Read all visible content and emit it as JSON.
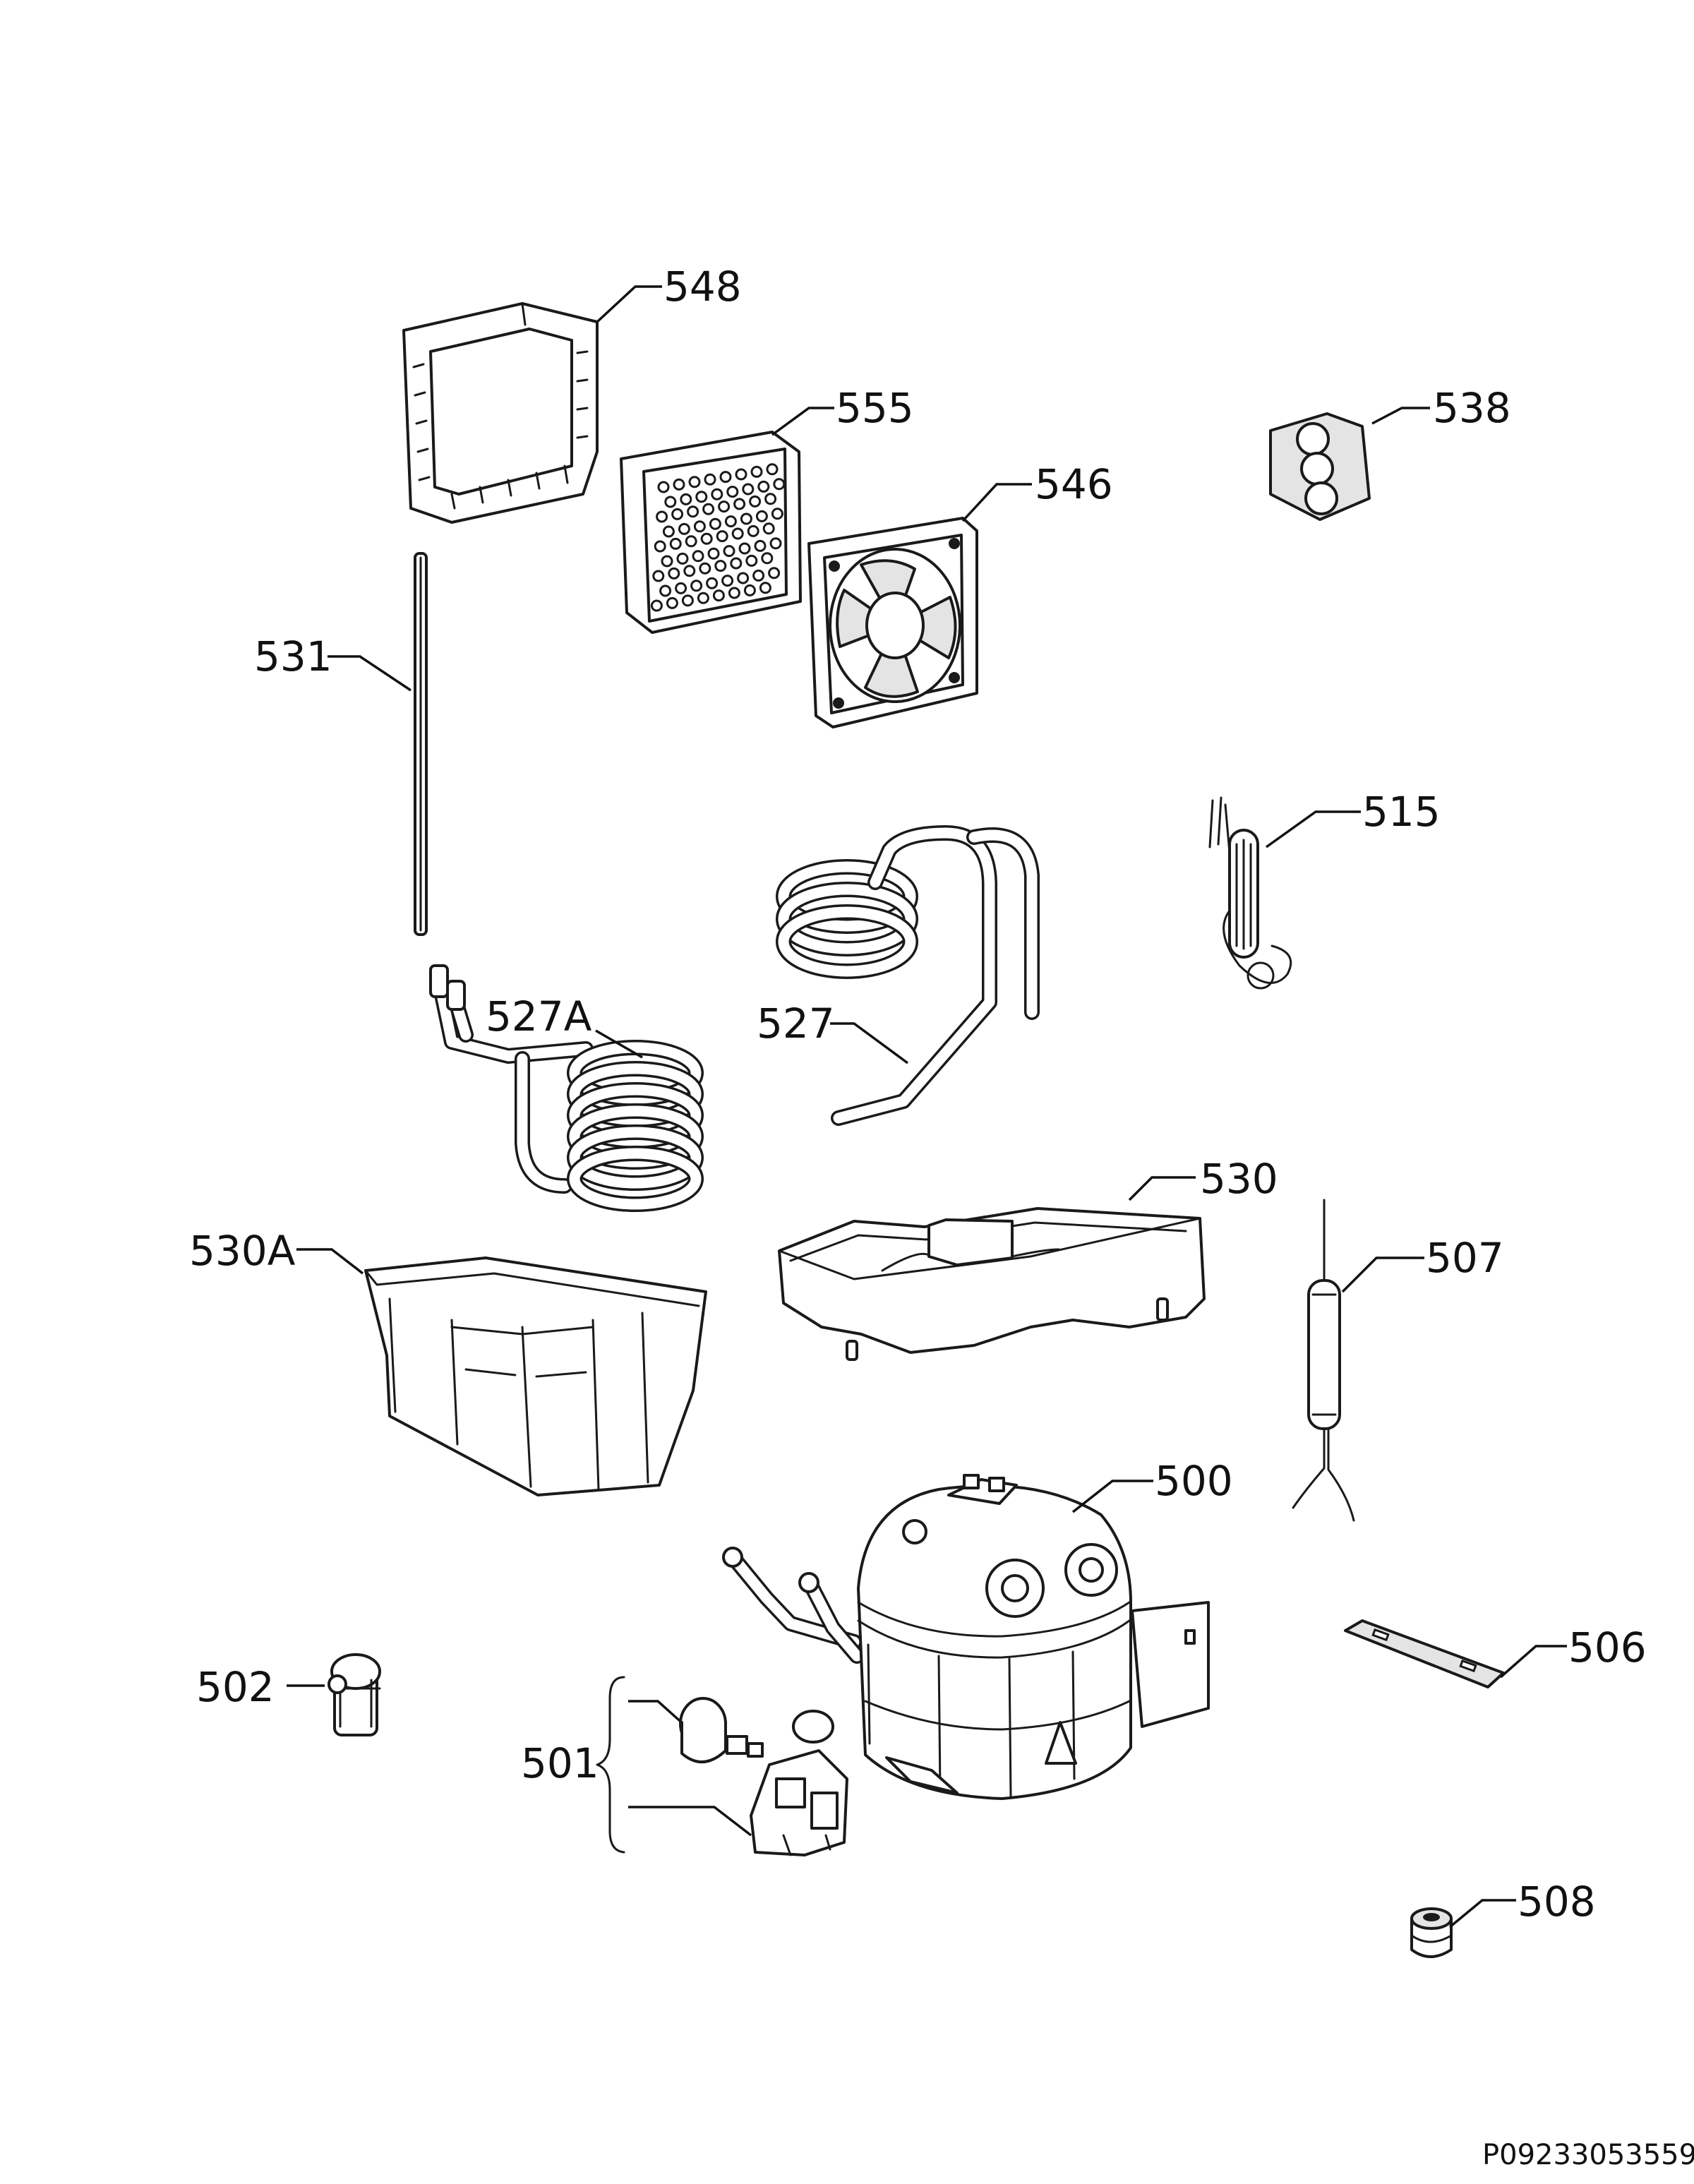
{
  "callouts": {
    "c548": "548",
    "c555": "555",
    "c546": "546",
    "c538": "538",
    "c531": "531",
    "c515": "515",
    "c527A": "527A",
    "c527": "527",
    "c530": "530",
    "c530A": "530A",
    "c507": "507",
    "c500": "500",
    "c506": "506",
    "c502": "502",
    "c501": "501",
    "c508": "508"
  },
  "document_number": "P09233053559"
}
